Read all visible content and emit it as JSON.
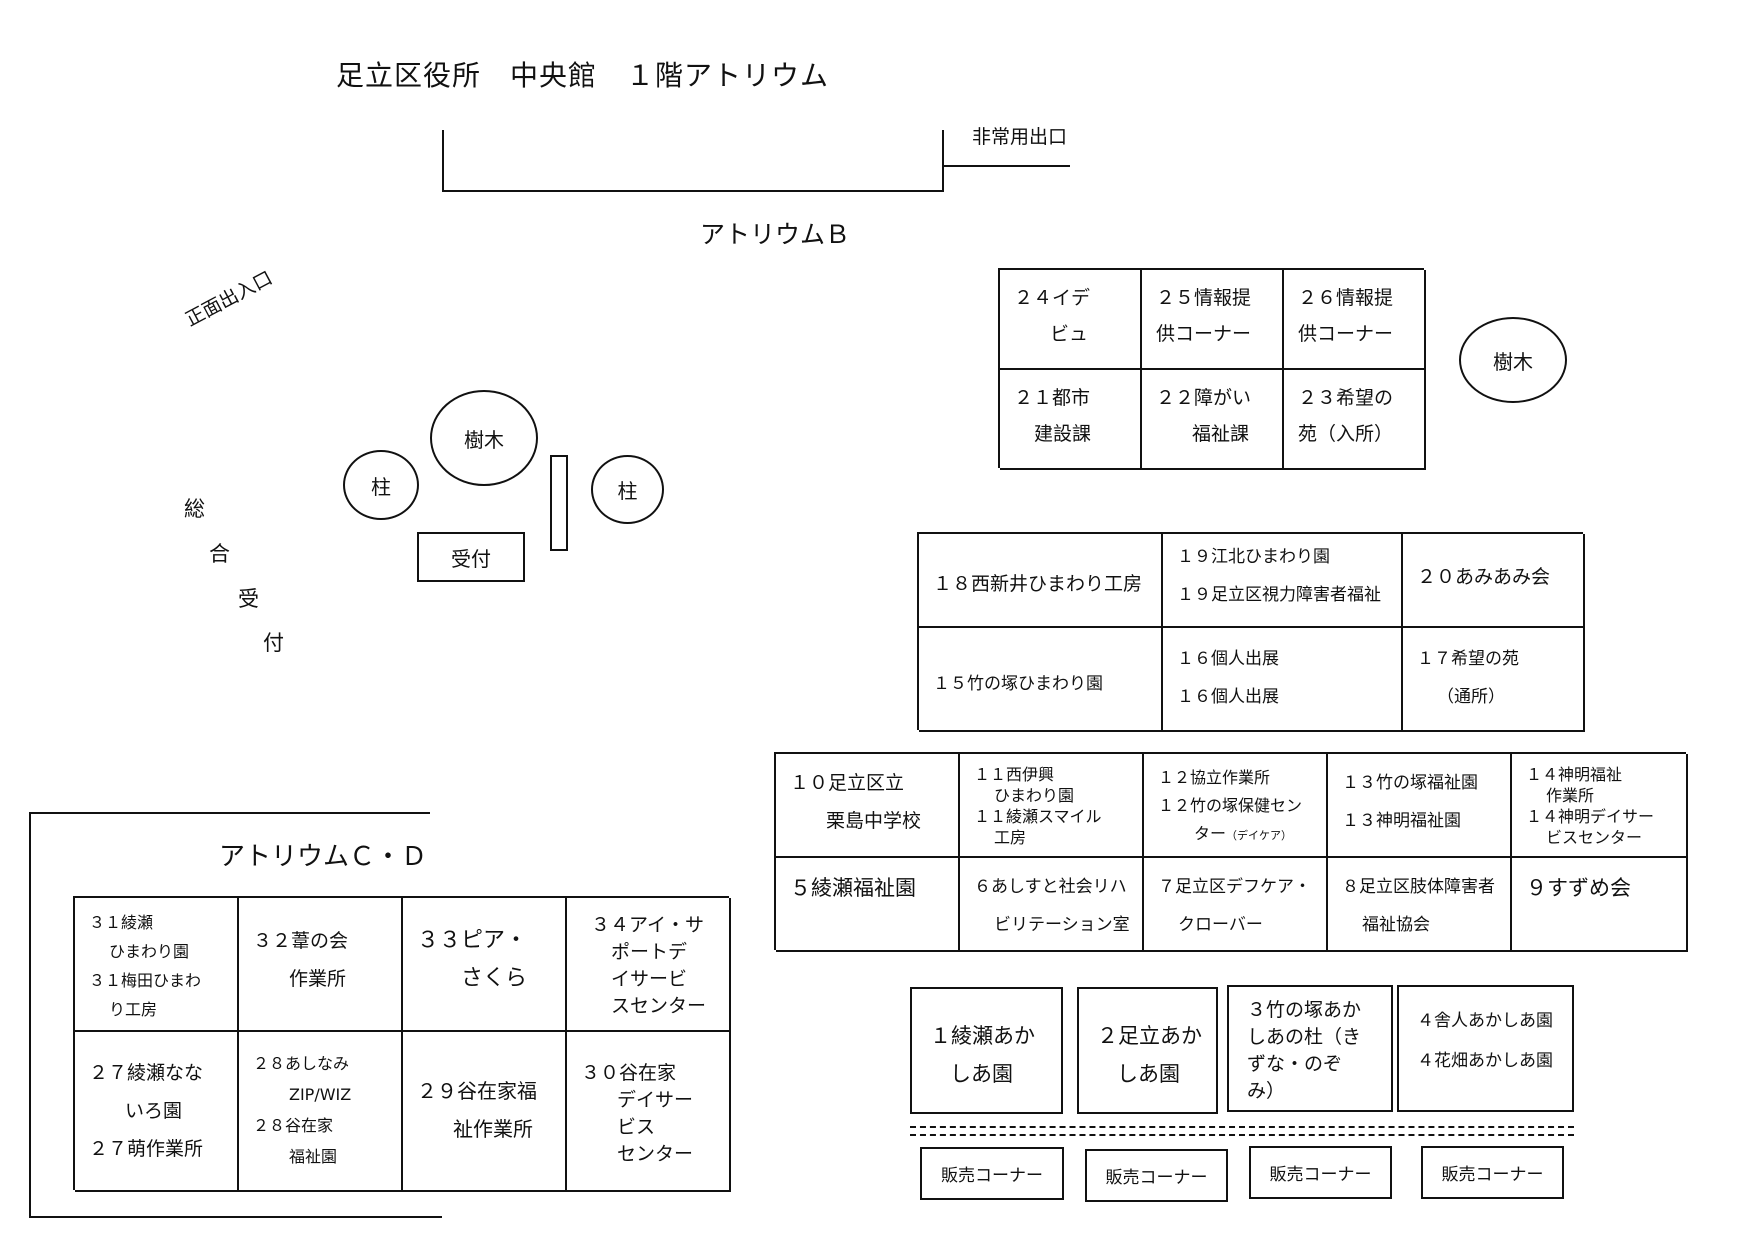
{
  "title": "足立区役所　中央館　１階アトリウム",
  "emergency_exit": "非常用出口",
  "atrium_b": "アトリウムＢ",
  "atrium_cd": "アトリウムＣ・Ｄ",
  "main_entrance": "正面出入口",
  "general_reception": [
    "総",
    "合",
    "受",
    "付"
  ],
  "tree_label": "樹木",
  "pillar_label": "柱",
  "reception_label": "受付",
  "block_b": {
    "c24": [
      "２４イデ",
      "ビュ"
    ],
    "c25": [
      "２５情報提",
      "供コーナー"
    ],
    "c26": [
      "２６情報提",
      "供コーナー"
    ],
    "c21": [
      "２１都市",
      "建設課"
    ],
    "c22": [
      "２２障がい",
      "福祉課"
    ],
    "c23": [
      "２３希望の",
      "苑（入所）"
    ]
  },
  "block_mid": {
    "c18": "１８西新井ひまわり工房",
    "c19": [
      "１９江北ひまわり園",
      "１９足立区視力障害者福祉"
    ],
    "c20": "２０あみあみ会",
    "c15": "１５竹の塚ひまわり園",
    "c16": [
      "１６個人出展",
      "１６個人出展"
    ],
    "c17": [
      "１７希望の苑",
      "（通所）"
    ]
  },
  "block_row": {
    "c10": [
      "１０足立区立",
      "栗島中学校"
    ],
    "c11": [
      "１１西伊興",
      "ひまわり園",
      "１１綾瀬スマイル",
      "工房"
    ],
    "c12": [
      "１２協立作業所",
      "１２竹の塚保健セン",
      "ター",
      "（デイケア）"
    ],
    "c13": [
      "１３竹の塚福祉園",
      "１３神明福祉園"
    ],
    "c14": [
      "１４神明福祉",
      "作業所",
      "１４神明デイサー",
      "ビスセンター"
    ],
    "c5": "５綾瀬福祉園",
    "c6": [
      "６あしすと社会リハ",
      "ビリテーション室"
    ],
    "c7": [
      "７足立区デフケア・",
      "クローバー"
    ],
    "c8": [
      "８足立区肢体障害者",
      "福祉協会"
    ],
    "c9": "９すずめ会"
  },
  "block_front": {
    "c1": [
      "１綾瀬あか",
      "しあ園"
    ],
    "c2": [
      "２足立あか",
      "しあ園"
    ],
    "c3": [
      "３竹の塚あか",
      "しあの杜（き",
      "ずな・のぞ",
      "み）"
    ],
    "c4": [
      "４舎人あかしあ園",
      "４花畑あかしあ園"
    ]
  },
  "sales": [
    "販売コーナー",
    "販売コーナー",
    "販売コーナー",
    "販売コーナー"
  ],
  "block_cd": {
    "c31": [
      "３１綾瀬",
      "ひまわり園",
      "３１梅田ひまわ",
      "り工房"
    ],
    "c32": [
      "３２葦の会",
      "作業所"
    ],
    "c33": [
      "３３ピア・",
      "さくら"
    ],
    "c34": [
      "３４アイ・サ",
      "ポートデ",
      "イサービ",
      "スセンター"
    ],
    "c27": [
      "２７綾瀬なな",
      "いろ園",
      "２７萌作業所"
    ],
    "c28": [
      "２８あしなみ",
      "ZIP/WIZ",
      "２８谷在家",
      "福祉園"
    ],
    "c29": [
      "２９谷在家福",
      "祉作業所"
    ],
    "c30": [
      "３０谷在家",
      "デイサー",
      "ビス",
      "センター"
    ]
  }
}
